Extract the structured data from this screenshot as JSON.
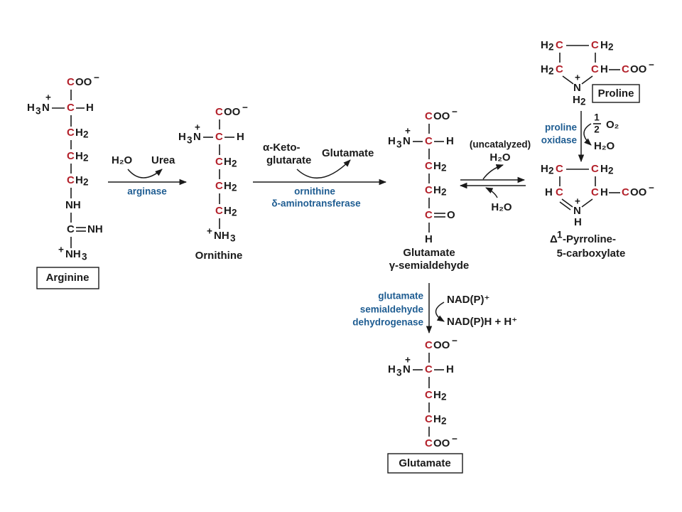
{
  "atoms": {
    "C": "C",
    "COO": "OO",
    "charge_minus": "−",
    "charge_plus": "+",
    "H3N": "H",
    "H3N_sub": "3",
    "H3N_N": "N",
    "H": "H",
    "H2": "H",
    "H2_sub": "2",
    "NH": "NH",
    "NH3": "NH",
    "NH3_sub": "3",
    "O": "O",
    "N": "N"
  },
  "molecules": {
    "arginine": "Arginine",
    "ornithine": "Ornithine",
    "glutamate_semialdehyde_line1": "Glutamate",
    "glutamate_semialdehyde_line2": "γ-semialdehyde",
    "proline": "Proline",
    "pyrroline_line1": "Δ",
    "pyrroline_sup": "1",
    "pyrroline_line1_rest": "-Pyrroline-",
    "pyrroline_line2": "5-carboxylate",
    "glutamate": "Glutamate"
  },
  "reactions": {
    "arginase": {
      "enzyme": "arginase",
      "reactant": "H₂O",
      "product": "Urea"
    },
    "transaminase": {
      "enzyme_line1": "ornithine",
      "enzyme_line2": "δ-aminotransferase",
      "reactant_line1": "α-Keto-",
      "reactant_line2": "glutarate",
      "product": "Glutamate"
    },
    "cyclization": {
      "condition": "(uncatalyzed)",
      "forward_product": "H₂O",
      "reverse_reactant": "H₂O"
    },
    "proline_oxidase": {
      "enzyme_line1": "proline",
      "enzyme_line2": "oxidase",
      "reactant_frac_num": "1",
      "reactant_frac_den": "2",
      "reactant": "O₂",
      "product": "H₂O"
    },
    "dehydrogenase": {
      "enzyme_line1": "glutamate",
      "enzyme_line2": "semialdehyde",
      "enzyme_line3": "dehydrogenase",
      "reactant": "NAD(P)⁺",
      "product": "NAD(P)H + H⁺"
    }
  },
  "colors": {
    "carbon": "#b3202a",
    "enzyme": "#1f5d92",
    "text": "#1a1a1a"
  }
}
